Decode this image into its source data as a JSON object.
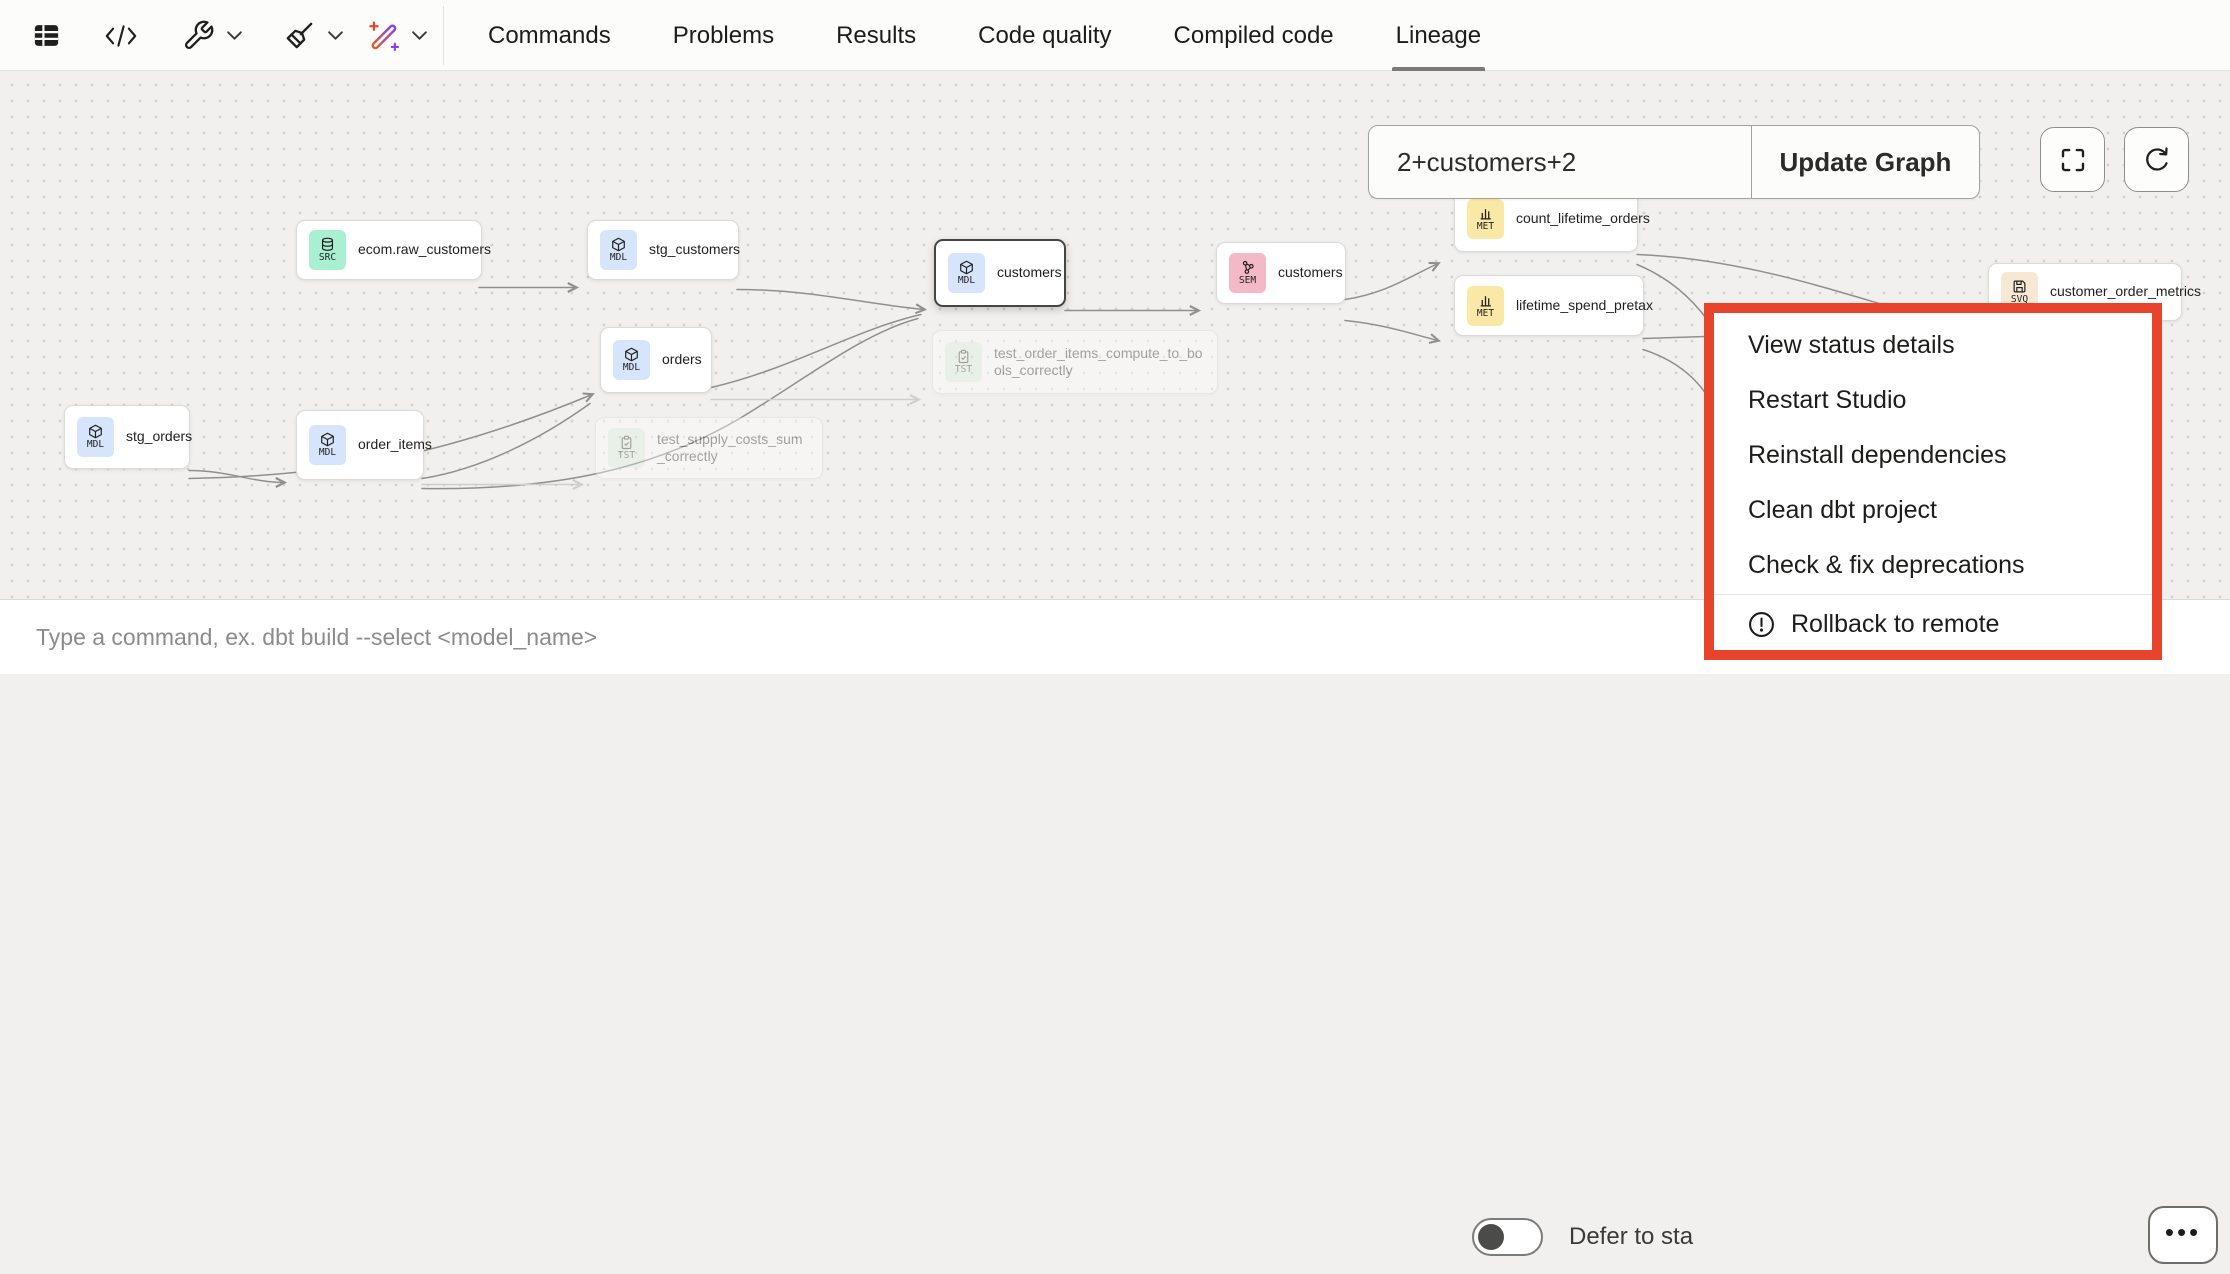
{
  "toolbar": {
    "icons": [
      {
        "name": "table-icon"
      },
      {
        "name": "code-icon"
      },
      {
        "name": "wrench-icon",
        "has_dropdown": true
      },
      {
        "name": "broom-icon",
        "has_dropdown": true
      },
      {
        "name": "magic-wand-icon",
        "has_dropdown": true
      }
    ],
    "tabs": [
      {
        "label": "Commands",
        "active": false
      },
      {
        "label": "Problems",
        "active": false
      },
      {
        "label": "Results",
        "active": false
      },
      {
        "label": "Code quality",
        "active": false
      },
      {
        "label": "Compiled code",
        "active": false
      },
      {
        "label": "Lineage",
        "active": true
      }
    ]
  },
  "graph": {
    "selector_value": "2+customers+2",
    "update_button_label": "Update Graph",
    "badge_colors": {
      "SRC": "#a9efd2",
      "MDL": "#d6e5fb",
      "SEM": "#f4b9c6",
      "MET": "#fae9a6",
      "SVQ": "#f6e8d2",
      "TST": "#dcf2de"
    },
    "nodes": [
      {
        "id": "ecom-raw-customers",
        "label": "ecom.raw_customers",
        "badge": "SRC",
        "icon": "database-icon"
      },
      {
        "id": "stg-customers",
        "label": "stg_customers",
        "badge": "MDL",
        "icon": "cube-icon"
      },
      {
        "id": "stg-orders",
        "label": "stg_orders",
        "badge": "MDL",
        "icon": "cube-icon"
      },
      {
        "id": "order-items",
        "label": "order_items",
        "badge": "MDL",
        "icon": "cube-icon"
      },
      {
        "id": "orders",
        "label": "orders",
        "badge": "MDL",
        "icon": "cube-icon"
      },
      {
        "id": "customers-model",
        "label": "customers",
        "badge": "MDL",
        "icon": "cube-icon",
        "selected": true
      },
      {
        "id": "customers-semantic",
        "label": "customers",
        "badge": "SEM",
        "icon": "semantic-icon"
      },
      {
        "id": "count-lifetime-orders",
        "label": "count_lifetime_orders",
        "badge": "MET",
        "icon": "metric-icon"
      },
      {
        "id": "lifetime-spend-pretax",
        "label": "lifetime_spend_pretax",
        "badge": "MET",
        "icon": "metric-icon"
      },
      {
        "id": "customer-order-metrics",
        "label": "customer_order_metrics",
        "badge": "SVQ",
        "icon": "save-icon"
      },
      {
        "id": "test-order-items",
        "label": "test_order_items_compute_to_bools_correctly",
        "badge": "TST",
        "icon": "test-icon",
        "faded": true
      },
      {
        "id": "test-supply-costs",
        "label": "test_supply_costs_sum_correctly",
        "badge": "TST",
        "icon": "test-icon",
        "faded": true
      }
    ]
  },
  "context_menu": {
    "highlight_color": "#e8432c",
    "items": [
      {
        "label": "View status details"
      },
      {
        "label": "Restart Studio"
      },
      {
        "label": "Reinstall dependencies"
      },
      {
        "label": "Clean dbt project"
      },
      {
        "label": "Check & fix deprecations"
      },
      {
        "label": "Rollback to remote",
        "icon": "warning-icon",
        "divider_above": true
      }
    ]
  },
  "command_bar": {
    "placeholder": "Type a command, ex. dbt build --select <model_name>",
    "defer_label": "Defer to sta",
    "toggle_state": "off",
    "more_button_label": "•••"
  }
}
